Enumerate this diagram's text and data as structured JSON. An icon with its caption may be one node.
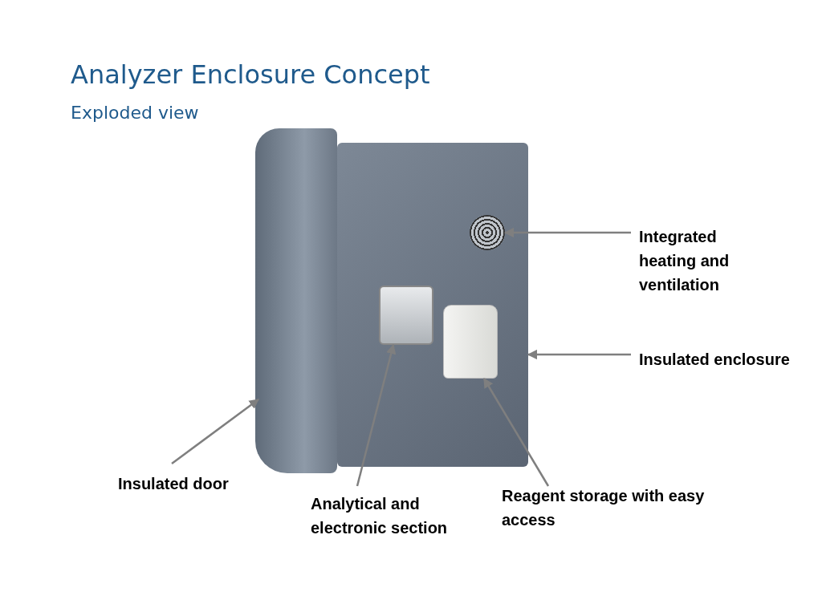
{
  "diagram": {
    "title": "Analyzer Enclosure Concept",
    "caption": "Exploded view",
    "nodes": [
      {
        "text": [],
        "shape": "box"
      },
      {
        "text": [],
        "shape": "circle",
        "in": 0
      },
      {
        "text": [],
        "shape": "box",
        "in": 0
      },
      {
        "text": [],
        "shape": "cylinder",
        "in": 0
      },
      {
        "text": [],
        "shape": "box"
      },
      {
        "text": [
          "Integrated heating and ventilation"
        ]
      },
      {
        "text": [
          "Insulated enclosure"
        ]
      },
      {
        "text": [
          "Insulated door"
        ]
      },
      {
        "text": [
          "Analytical and electronic section"
        ]
      },
      {
        "text": [
          "Reagent storage with easy access"
        ]
      }
    ],
    "edges": [
      {
        "from": 5,
        "to": 1,
        "arrow": "to"
      },
      {
        "from": 6,
        "to": 0,
        "arrow": "to"
      },
      {
        "from": 7,
        "to": 4,
        "arrow": "to"
      },
      {
        "from": 8,
        "to": 2,
        "arrow": "to"
      },
      {
        "from": 9,
        "to": 3,
        "arrow": "to"
      }
    ]
  }
}
